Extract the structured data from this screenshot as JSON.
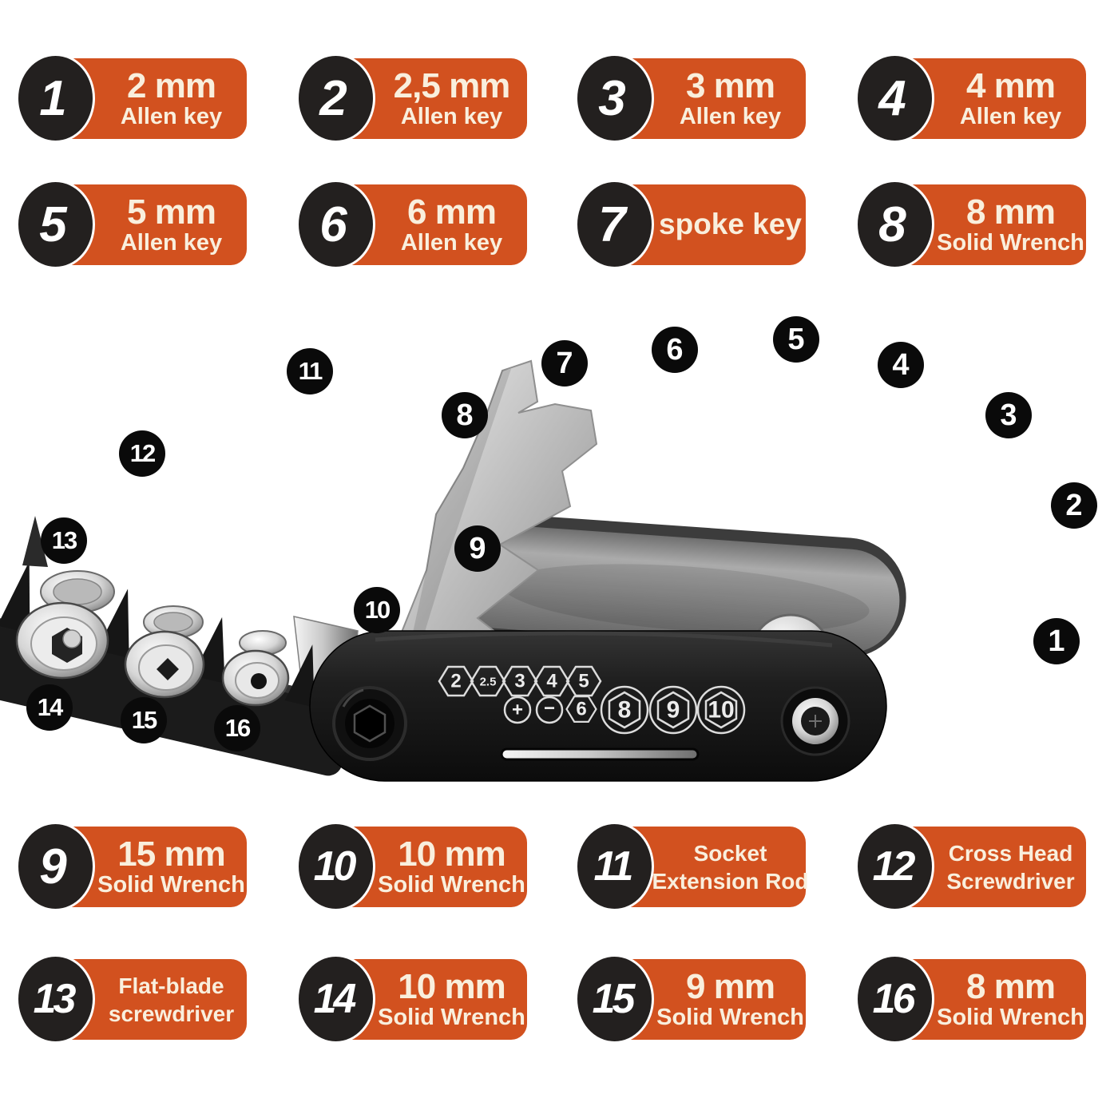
{
  "palette": {
    "accent_orange": "#d2511f",
    "badge_black": "#23201f",
    "callout_black": "#0a0a0a",
    "text_cream": "#f9efdd"
  },
  "labels": [
    {
      "num": "1",
      "line1": "2 mm",
      "line2": "Allen key"
    },
    {
      "num": "2",
      "line1": "2,5 mm",
      "line2": "Allen key"
    },
    {
      "num": "3",
      "line1": "3 mm",
      "line2": "Allen key"
    },
    {
      "num": "4",
      "line1": "4 mm",
      "line2": "Allen key"
    },
    {
      "num": "5",
      "line1": "5 mm",
      "line2": "Allen key"
    },
    {
      "num": "6",
      "line1": "6 mm",
      "line2": "Allen key"
    },
    {
      "num": "7",
      "line1": "spoke key",
      "line2": ""
    },
    {
      "num": "8",
      "line1": "8 mm",
      "line2": "Solid Wrench"
    },
    {
      "num": "9",
      "line1": "15 mm",
      "line2": "Solid Wrench"
    },
    {
      "num": "10",
      "line1": "10 mm",
      "line2": "Solid Wrench"
    },
    {
      "num": "11",
      "line1": "Socket",
      "line2": "Extension Rod"
    },
    {
      "num": "12",
      "line1": "Cross Head",
      "line2": "Screwdriver"
    },
    {
      "num": "13",
      "line1": "Flat-blade",
      "line2": "screwdriver"
    },
    {
      "num": "14",
      "line1": "10 mm",
      "line2": "Solid Wrench"
    },
    {
      "num": "15",
      "line1": "9 mm",
      "line2": "Solid Wrench"
    },
    {
      "num": "16",
      "line1": "8 mm",
      "line2": "Solid Wrench"
    }
  ],
  "callouts": [
    {
      "n": "1"
    },
    {
      "n": "2"
    },
    {
      "n": "3"
    },
    {
      "n": "4"
    },
    {
      "n": "5"
    },
    {
      "n": "6"
    },
    {
      "n": "7"
    },
    {
      "n": "8"
    },
    {
      "n": "9"
    },
    {
      "n": "10"
    },
    {
      "n": "11"
    },
    {
      "n": "12"
    },
    {
      "n": "13"
    },
    {
      "n": "14"
    },
    {
      "n": "15"
    },
    {
      "n": "16"
    }
  ],
  "tool": {
    "markings": {
      "row1": [
        "2",
        "2.5",
        "3",
        "4",
        "5"
      ],
      "row2": [
        "+",
        "−",
        "6"
      ],
      "large": [
        "8",
        "9",
        "10"
      ]
    }
  }
}
